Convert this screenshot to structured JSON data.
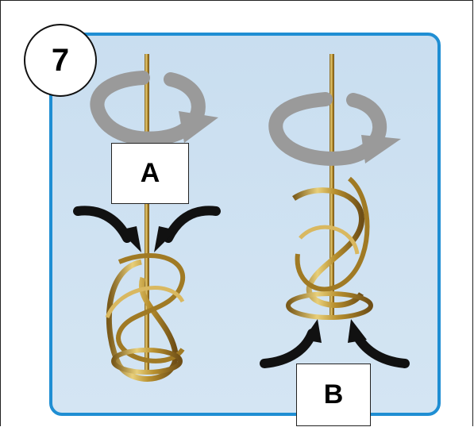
{
  "step": {
    "number": "7"
  },
  "labels": {
    "a": "A",
    "b": "B"
  },
  "icons": {
    "rotation_a": "rotation-arrow-icon",
    "rotation_b": "rotation-arrow-icon",
    "flow_arrows": "curved-arrow-icon"
  },
  "colors": {
    "panel_border": "#1f8ed3",
    "panel_fill": "#cfe2f2",
    "rotation_arrow": "#9a9a9a",
    "paddle_gold": "#c9a43c",
    "flow_arrow": "#111111"
  }
}
